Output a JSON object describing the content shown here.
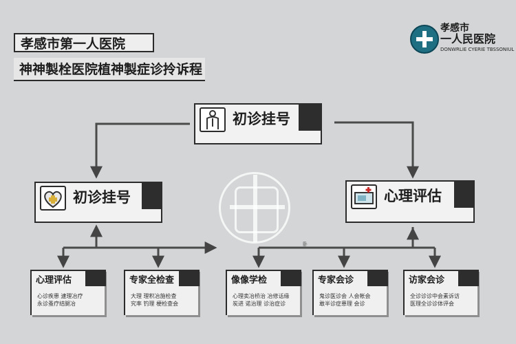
{
  "header": {
    "title_line1": "孝感市第一人医院",
    "title_line2": "神神製栓医院植神製症诊拎诉程"
  },
  "logo": {
    "title_line1": "孝感市",
    "title_line2": "一人民医院",
    "subtitle": "DONWRLIE CYERIE TBSSONIUL"
  },
  "nodes": {
    "top": {
      "label": "初诊挂号",
      "icon": "person-silhouette-icon"
    },
    "left": {
      "label": "初诊挂号",
      "icon": "heart-medical-icon"
    },
    "right": {
      "label": "心理评估",
      "icon": "medical-device-icon"
    }
  },
  "small_mark": "卧",
  "cards": [
    {
      "title": "心理评估",
      "line1": "心诊疾患  逮理冶疗",
      "line2": "永诊蚤疗结腿冶"
    },
    {
      "title": "专家全检查",
      "line1": "大理 理积冶施检查",
      "line2": "究率 钓理 梗检查会"
    },
    {
      "title": "像像学检",
      "line1": "心理卖冶桥治  冶修话缘",
      "line2": "炭进 诺治理 诊治症诊"
    },
    {
      "title": "专家会诊",
      "line1": "鬼诊医诊会 人会帐会",
      "line2": "敢半诊症患理 会诊"
    },
    {
      "title": "访家会诊",
      "line1": "全诊诊诊中会素诉访",
      "line2": "医理全诊诊体评会"
    }
  ],
  "colors": {
    "background": "#d3d5d6",
    "box_border": "#2b2b2b",
    "box_fill": "#f2f2f2",
    "logo_teal": "#1f6f83",
    "accent_red": "#cc2b2b"
  }
}
